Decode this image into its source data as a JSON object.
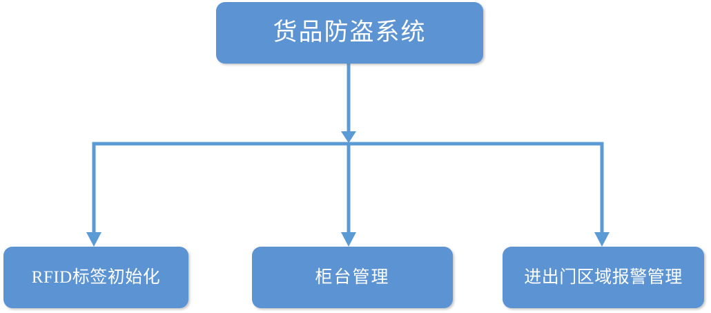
{
  "diagram": {
    "type": "hierarchy-tree",
    "orientation": "top-down",
    "background_color": "#FFFFFF",
    "node_fill_color": "#5B93D3",
    "node_text_color": "#FFFFFF",
    "connector_color": "#5B9BD5",
    "root": {
      "id": "root",
      "label": "货品防盗系统"
    },
    "children": [
      {
        "id": "child-0",
        "label": "RFID标签初始化"
      },
      {
        "id": "child-1",
        "label": "柜台管理"
      },
      {
        "id": "child-2",
        "label": "进出门区域报警管理"
      }
    ],
    "connectors": [
      {
        "id": "root-to-bus",
        "from": "root",
        "to": "bus",
        "arrowhead": "down"
      },
      {
        "id": "bus-to-child-0",
        "from": "bus",
        "to": "child-0",
        "arrowhead": "down"
      },
      {
        "id": "bus-to-child-1",
        "from": "bus",
        "to": "child-1",
        "arrowhead": "down"
      },
      {
        "id": "bus-to-child-2",
        "from": "bus",
        "to": "child-2",
        "arrowhead": "down"
      }
    ]
  }
}
